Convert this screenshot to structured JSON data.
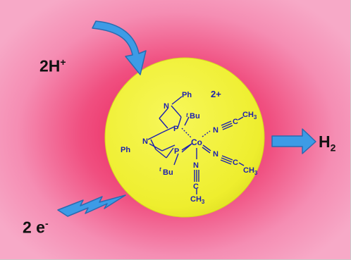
{
  "colors": {
    "background": "#f04f80",
    "sphere": "#f2f23a",
    "arrow": "#3d9be6",
    "molecule": "#1b1fb0"
  },
  "labels": {
    "protons": "2H",
    "protons_sup": "+",
    "electrons": "2 e",
    "electrons_sup": "-",
    "hydrogen": "H",
    "hydrogen_sub": "2"
  },
  "molecule": {
    "charge": "2+",
    "metal": "Co",
    "phosphorus": "P",
    "nitrogen": "N",
    "phenyl": "Ph",
    "tert_prefix": "t",
    "butyl": "Bu",
    "carbon": "C",
    "methyl": "CH",
    "methyl_sub": "3"
  }
}
